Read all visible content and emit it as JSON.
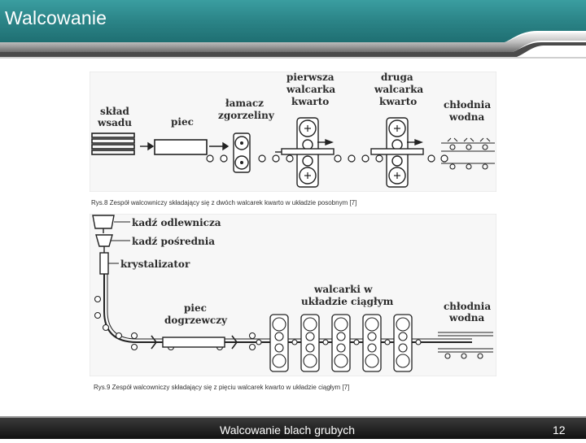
{
  "slide": {
    "title": "Walcowanie",
    "footer": "Walcowanie blach grubych",
    "page_number": "12"
  },
  "figure8": {
    "labels": {
      "sklad_line1": "skład",
      "sklad_line2": "wsadu",
      "piec": "piec",
      "lamacz_line1": "łamacz",
      "lamacz_line2": "zgorzeliny",
      "first_line1": "pierwsza",
      "first_line2": "walcarka",
      "first_line3": "kwarto",
      "second_line1": "druga",
      "second_line2": "walcarka",
      "second_line3": "kwarto",
      "cool_line1": "chłodnia",
      "cool_line2": "wodna"
    },
    "caption": "Rys.8 Zespół walcowniczy składający się z dwóch walcarek kwarto w układzie posobnym [7]"
  },
  "figure9": {
    "labels": {
      "kadz_odlewnicza": "kadź odlewnicza",
      "kadz_posrednia": "kadź pośrednia",
      "krystalizator": "krystalizator",
      "walcarki_line1": "walcarki w",
      "walcarki_line2": "układzie ciągłym",
      "chlodnia_line1": "chłodnia",
      "chlodnia_line2": "wodna",
      "piec_line1": "piec",
      "piec_line2": "dogrzewczy"
    },
    "caption": "Rys.9 Zespół walcowniczy składający się z pięciu walcarek kwarto w układzie ciągłym [7]"
  },
  "colors": {
    "header_teal": "#2f8a8c",
    "footer_dark": "#1a1a1a"
  }
}
